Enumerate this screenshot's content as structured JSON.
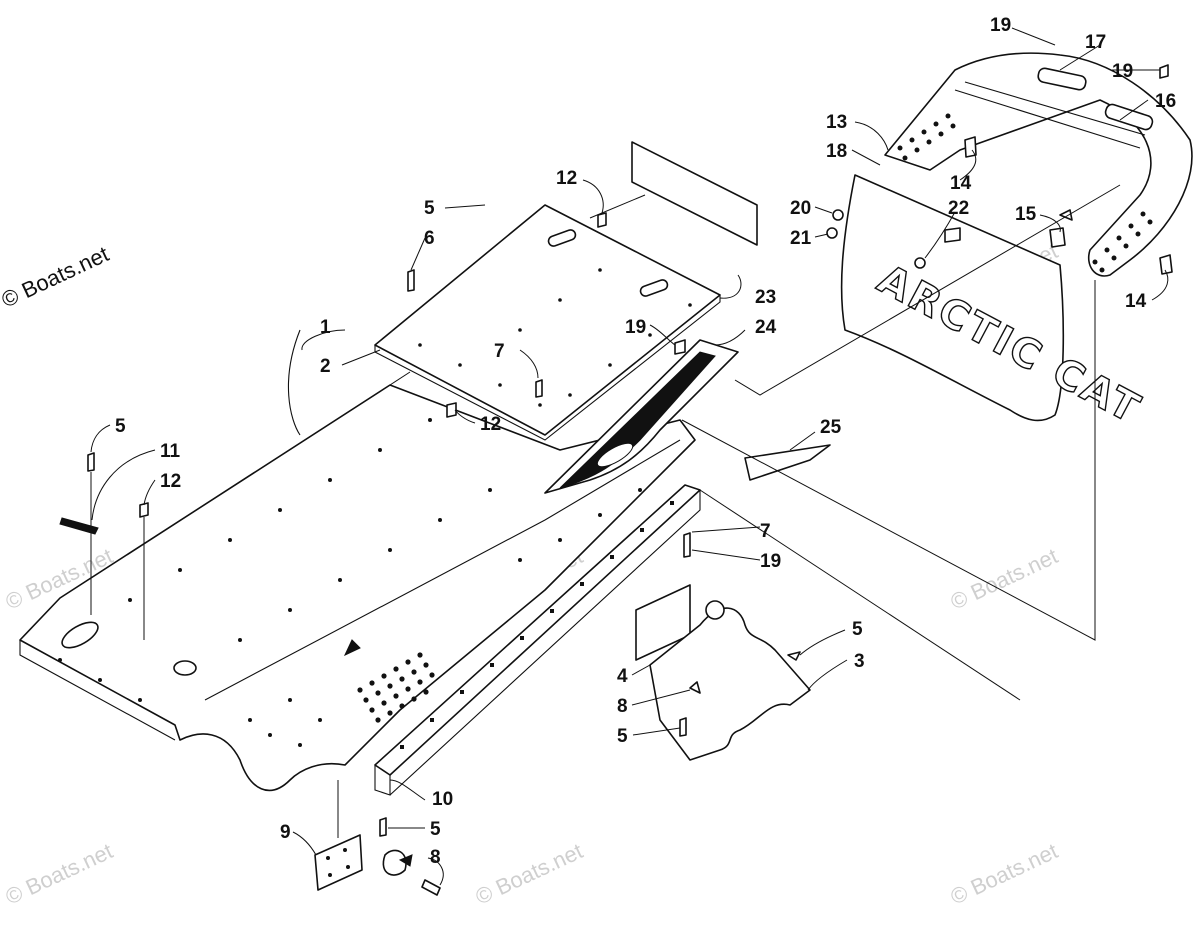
{
  "copyright_label": "© Boats.net",
  "watermark_text": "© Boats.net",
  "flap_brand_text": "ARCTIC CAT",
  "callouts": [
    {
      "id": "c1",
      "label": "1"
    },
    {
      "id": "c2",
      "label": "2"
    },
    {
      "id": "c3",
      "label": "3"
    },
    {
      "id": "c4",
      "label": "4"
    },
    {
      "id": "c5a",
      "label": "5"
    },
    {
      "id": "c5b",
      "label": "5"
    },
    {
      "id": "c5c",
      "label": "5"
    },
    {
      "id": "c5d",
      "label": "5"
    },
    {
      "id": "c5e",
      "label": "5"
    },
    {
      "id": "c6",
      "label": "6"
    },
    {
      "id": "c7a",
      "label": "7"
    },
    {
      "id": "c7b",
      "label": "7"
    },
    {
      "id": "c8a",
      "label": "8"
    },
    {
      "id": "c8b",
      "label": "8"
    },
    {
      "id": "c9",
      "label": "9"
    },
    {
      "id": "c10",
      "label": "10"
    },
    {
      "id": "c11",
      "label": "11"
    },
    {
      "id": "c12a",
      "label": "12"
    },
    {
      "id": "c12b",
      "label": "12"
    },
    {
      "id": "c12c",
      "label": "12"
    },
    {
      "id": "c13",
      "label": "13"
    },
    {
      "id": "c14a",
      "label": "14"
    },
    {
      "id": "c14b",
      "label": "14"
    },
    {
      "id": "c15",
      "label": "15"
    },
    {
      "id": "c16",
      "label": "16"
    },
    {
      "id": "c17",
      "label": "17"
    },
    {
      "id": "c18",
      "label": "18"
    },
    {
      "id": "c19a",
      "label": "19"
    },
    {
      "id": "c19b",
      "label": "19"
    },
    {
      "id": "c19c",
      "label": "19"
    },
    {
      "id": "c19d",
      "label": "19"
    },
    {
      "id": "c20",
      "label": "20"
    },
    {
      "id": "c21",
      "label": "21"
    },
    {
      "id": "c22",
      "label": "22"
    },
    {
      "id": "c23",
      "label": "23"
    },
    {
      "id": "c24",
      "label": "24"
    },
    {
      "id": "c25",
      "label": "25"
    }
  ]
}
